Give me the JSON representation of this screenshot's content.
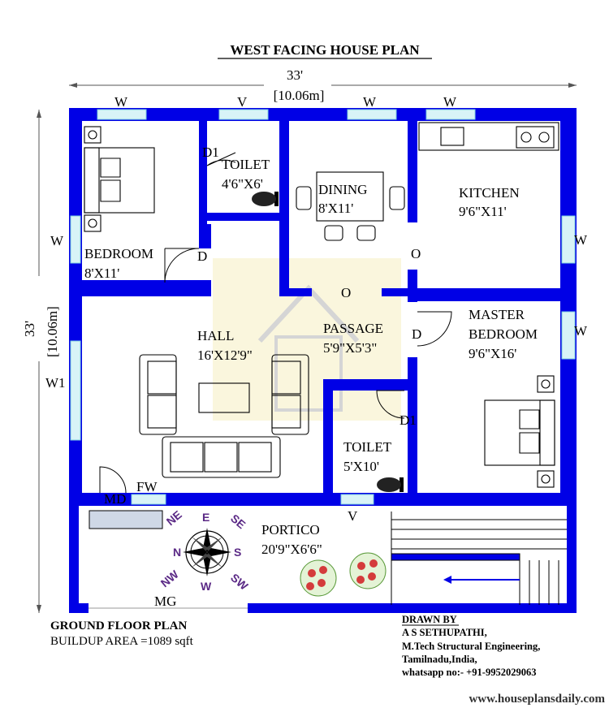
{
  "title": "WEST FACING HOUSE PLAN",
  "dimensions": {
    "width_ft": "33'",
    "width_m": "[10.06m]",
    "depth_ft": "33'",
    "depth_m": "[10.06m]"
  },
  "rooms": {
    "bedroom": {
      "name": "BEDROOM",
      "size": "8'X11'"
    },
    "toilet1": {
      "name": "TOILET",
      "size": "4'6\"X6'"
    },
    "dining": {
      "name": "DINING",
      "size": "8'X11'"
    },
    "kitchen": {
      "name": "KITCHEN",
      "size": "9'6\"X11'"
    },
    "hall": {
      "name": "HALL",
      "size": "16'X12'9\""
    },
    "passage": {
      "name": "PASSAGE",
      "size": "5'9\"X5'3\""
    },
    "master": {
      "name1": "MASTER",
      "name2": "BEDROOM",
      "size": "9'6\"X16'"
    },
    "toilet2": {
      "name": "TOILET",
      "size": "5'X10'"
    },
    "portico": {
      "name": "PORTICO",
      "size": "20'9\"X6'6\""
    }
  },
  "marks": {
    "w": "W",
    "v": "V",
    "w1": "W1",
    "d": "D",
    "d1": "D1",
    "o": "O",
    "md": "MD",
    "fw": "FW",
    "mg": "MG"
  },
  "compass": [
    "N",
    "NE",
    "E",
    "SE",
    "S",
    "SW",
    "W",
    "NW"
  ],
  "footer": {
    "plan_label": "GROUND FLOOR PLAN",
    "area": "BUILDUP AREA =1089 sqft",
    "drawn_by": "DRAWN BY",
    "drawer": "A S SETHUPATHI,",
    "degree": "M.Tech Structural Engineering,",
    "location": "Tamilnadu,India,",
    "contact": "whatsapp no:- +91-9952029063",
    "website": "www.houseplansdaily.com"
  },
  "colors": {
    "wall": "#0000e6",
    "window": "#d8f3f7",
    "compass": "#5b2a86",
    "plant": "#d43b3b"
  }
}
